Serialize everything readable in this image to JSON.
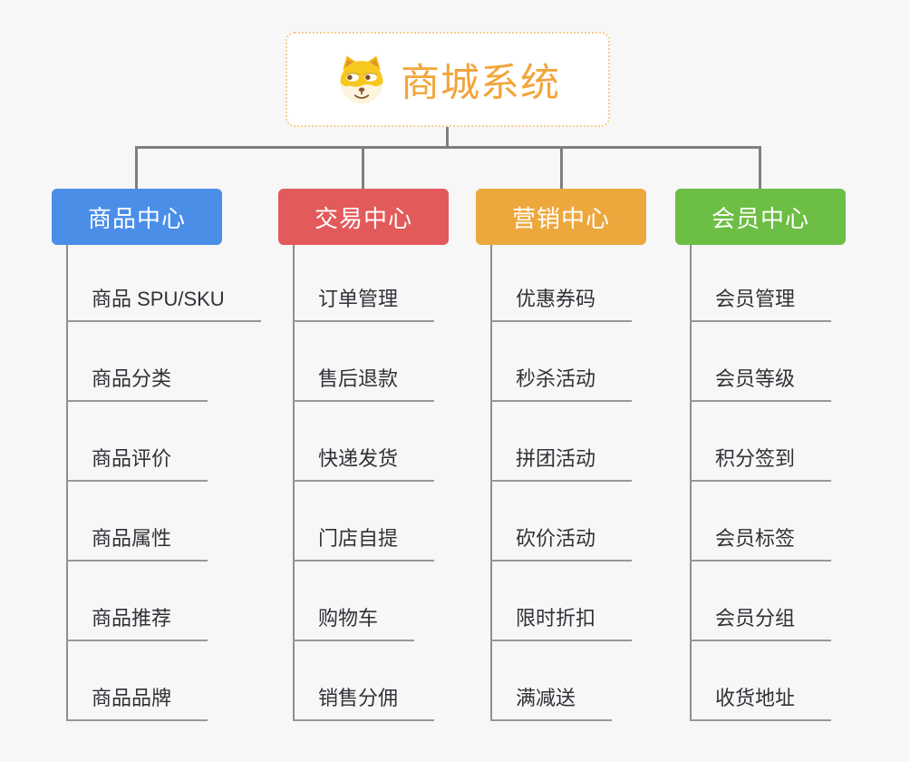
{
  "root": {
    "title": "商城系统",
    "icon": "doge-icon",
    "accent_color": "#f2a53c",
    "border_color": "#f5cd8e"
  },
  "branches": [
    {
      "id": "product-center",
      "label": "商品中心",
      "color": "#4a8ee8",
      "items": [
        "商品 SPU/SKU",
        "商品分类",
        "商品评价",
        "商品属性",
        "商品推荐",
        "商品品牌"
      ]
    },
    {
      "id": "trade-center",
      "label": "交易中心",
      "color": "#e35a5a",
      "items": [
        "订单管理",
        "售后退款",
        "快递发货",
        "门店自提",
        "购物车",
        "销售分佣"
      ]
    },
    {
      "id": "marketing-center",
      "label": "营销中心",
      "color": "#eda83d",
      "items": [
        "优惠券码",
        "秒杀活动",
        "拼团活动",
        "砍价活动",
        "限时折扣",
        "满减送"
      ]
    },
    {
      "id": "member-center",
      "label": "会员中心",
      "color": "#6cbe44",
      "items": [
        "会员管理",
        "会员等级",
        "积分签到",
        "会员标签",
        "会员分组",
        "收货地址"
      ]
    }
  ],
  "colors": {
    "background": "#f7f7f7",
    "connector": "#7e7e7e",
    "leaf_line": "#989898",
    "leaf_text": "#2f3237"
  }
}
